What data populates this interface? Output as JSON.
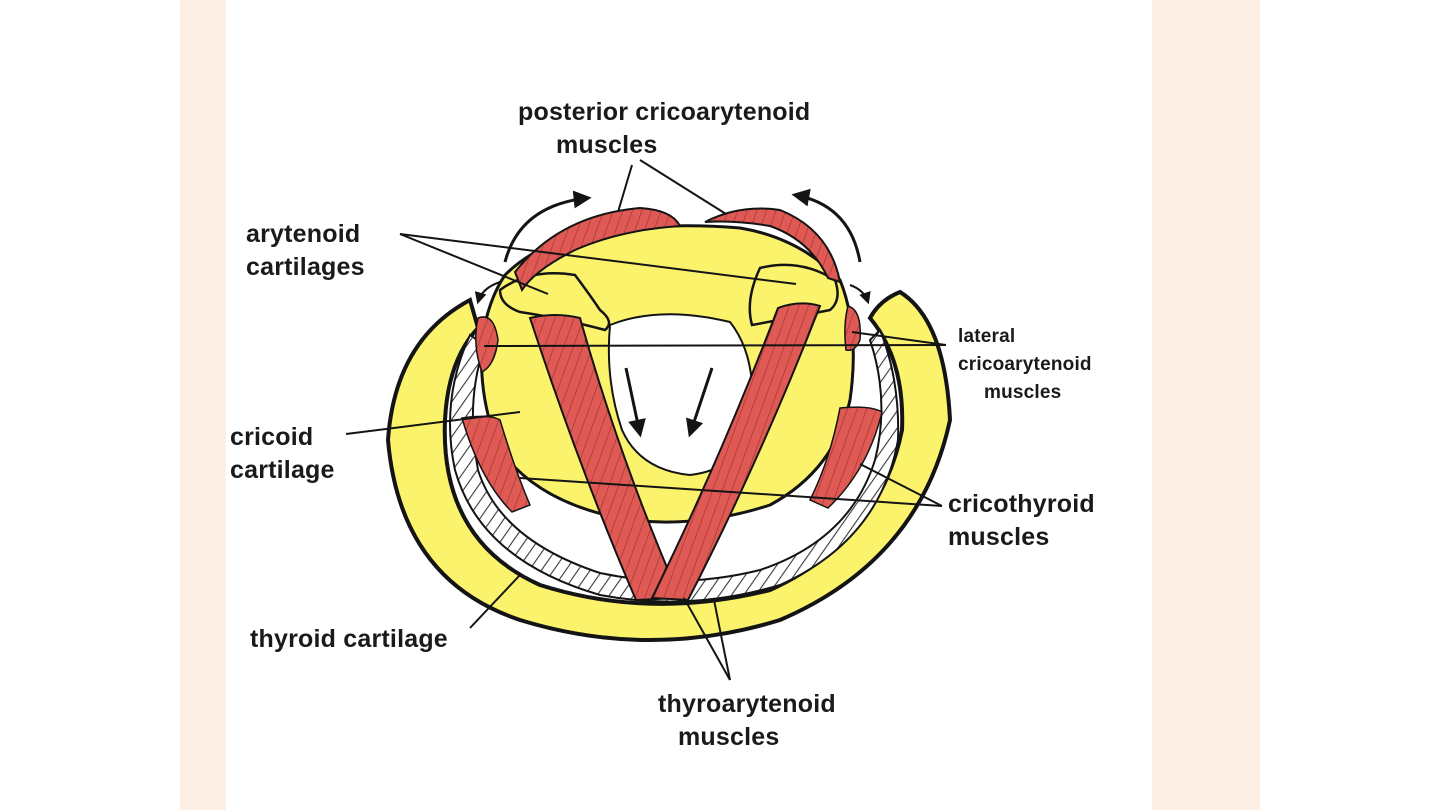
{
  "colors": {
    "cartilage": "#fbf36c",
    "muscle": "#df5a54",
    "muscle_dark": "#9a2f2c",
    "outline": "#141414",
    "background_band": "#fcf0e6"
  },
  "labels": {
    "posterior_cricoarytenoid": [
      "posterior cricoarytenoid",
      "muscles"
    ],
    "arytenoid": [
      "arytenoid",
      "cartilages"
    ],
    "lateral_cricoarytenoid": [
      "lateral",
      "cricoarytenoid",
      "muscles"
    ],
    "cricoid": [
      "cricoid",
      "cartilage"
    ],
    "cricothyroid": [
      "cricothyroid",
      "muscles"
    ],
    "thyroid": [
      "thyroid cartilage"
    ],
    "thyroarytenoid": [
      "thyroarytenoid",
      "muscles"
    ]
  }
}
